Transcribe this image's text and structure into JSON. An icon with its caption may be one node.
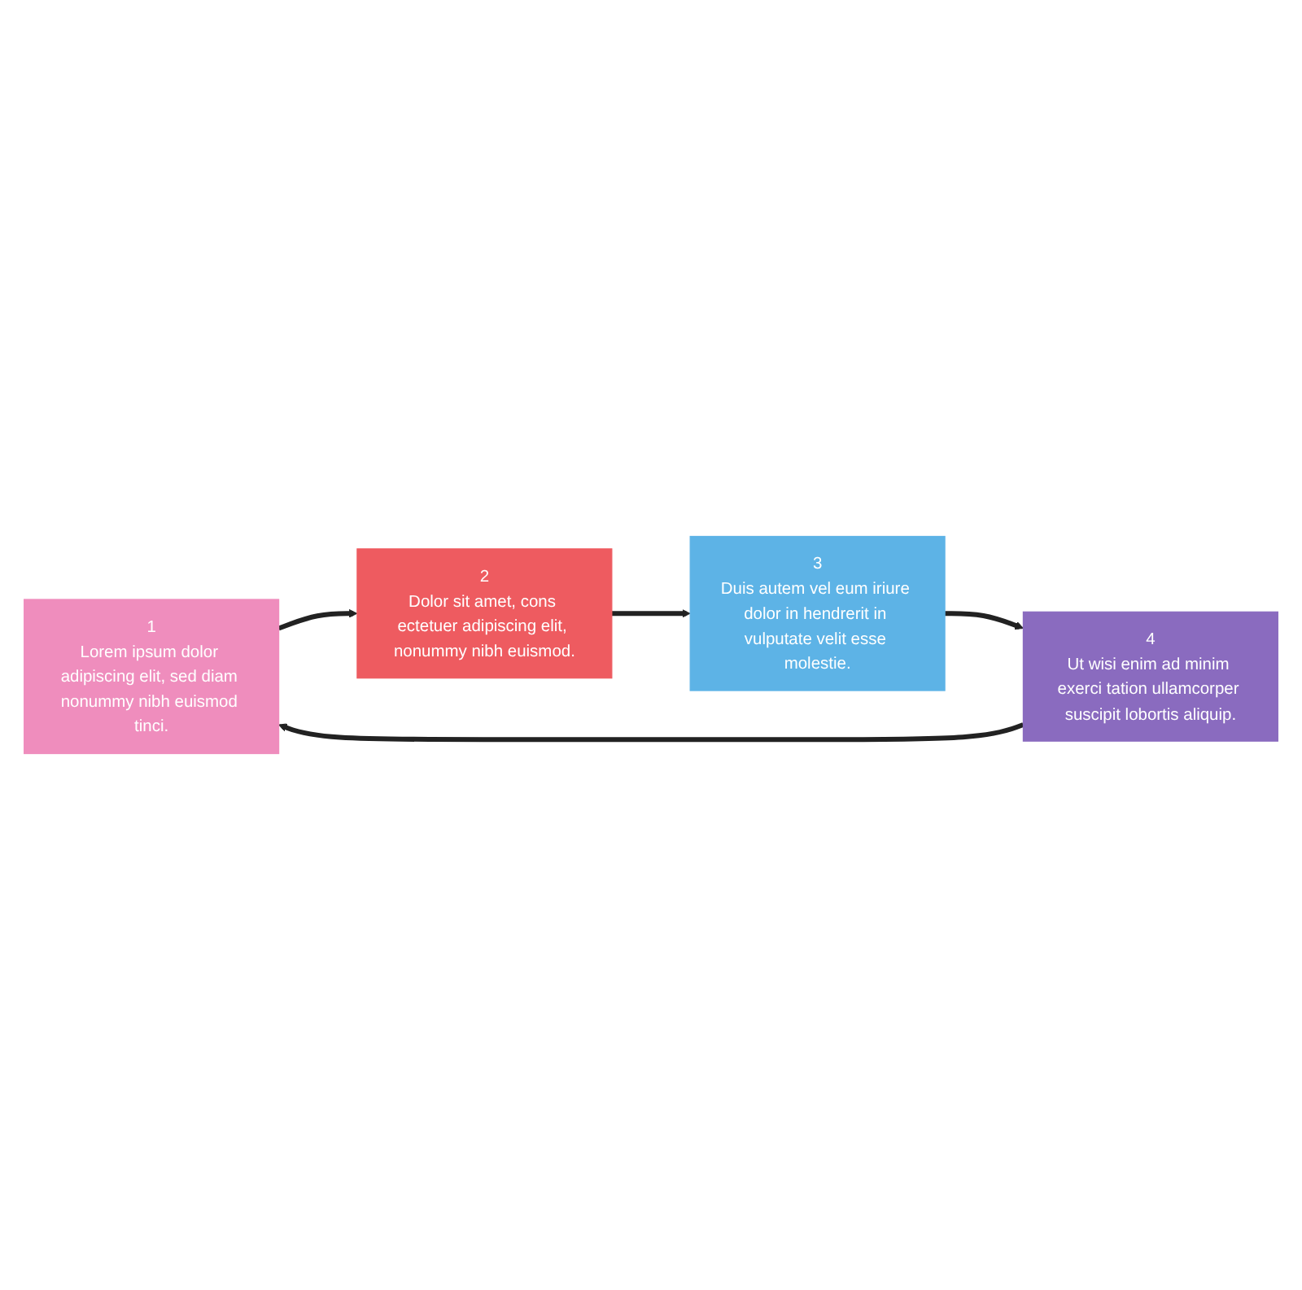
{
  "diagram": {
    "nodes": [
      {
        "text": [
          "1",
          "Lorem ipsum dolor adipiscing elit, sed diam nonummy nibh euismod tinci."
        ]
      },
      {
        "text": [
          "2",
          "Dolor sit amet, cons ectetuer adipiscing elit, nonummy nibh euismod."
        ]
      },
      {
        "text": [
          "3",
          "Duis autem vel eum iriure dolor in hendrerit in vulputate velit esse molestie."
        ]
      },
      {
        "text": [
          "4",
          "Ut wisi enim ad minim exerci tation ullamcorper suscipit lobortis aliquip."
        ]
      }
    ],
    "edges": [
      {
        "from": 0,
        "to": 1,
        "arrow": "to"
      },
      {
        "from": 1,
        "to": 2,
        "arrow": "to"
      },
      {
        "from": 2,
        "to": 3,
        "arrow": "to"
      },
      {
        "from": 3,
        "to": 0,
        "arrow": "to"
      }
    ]
  }
}
